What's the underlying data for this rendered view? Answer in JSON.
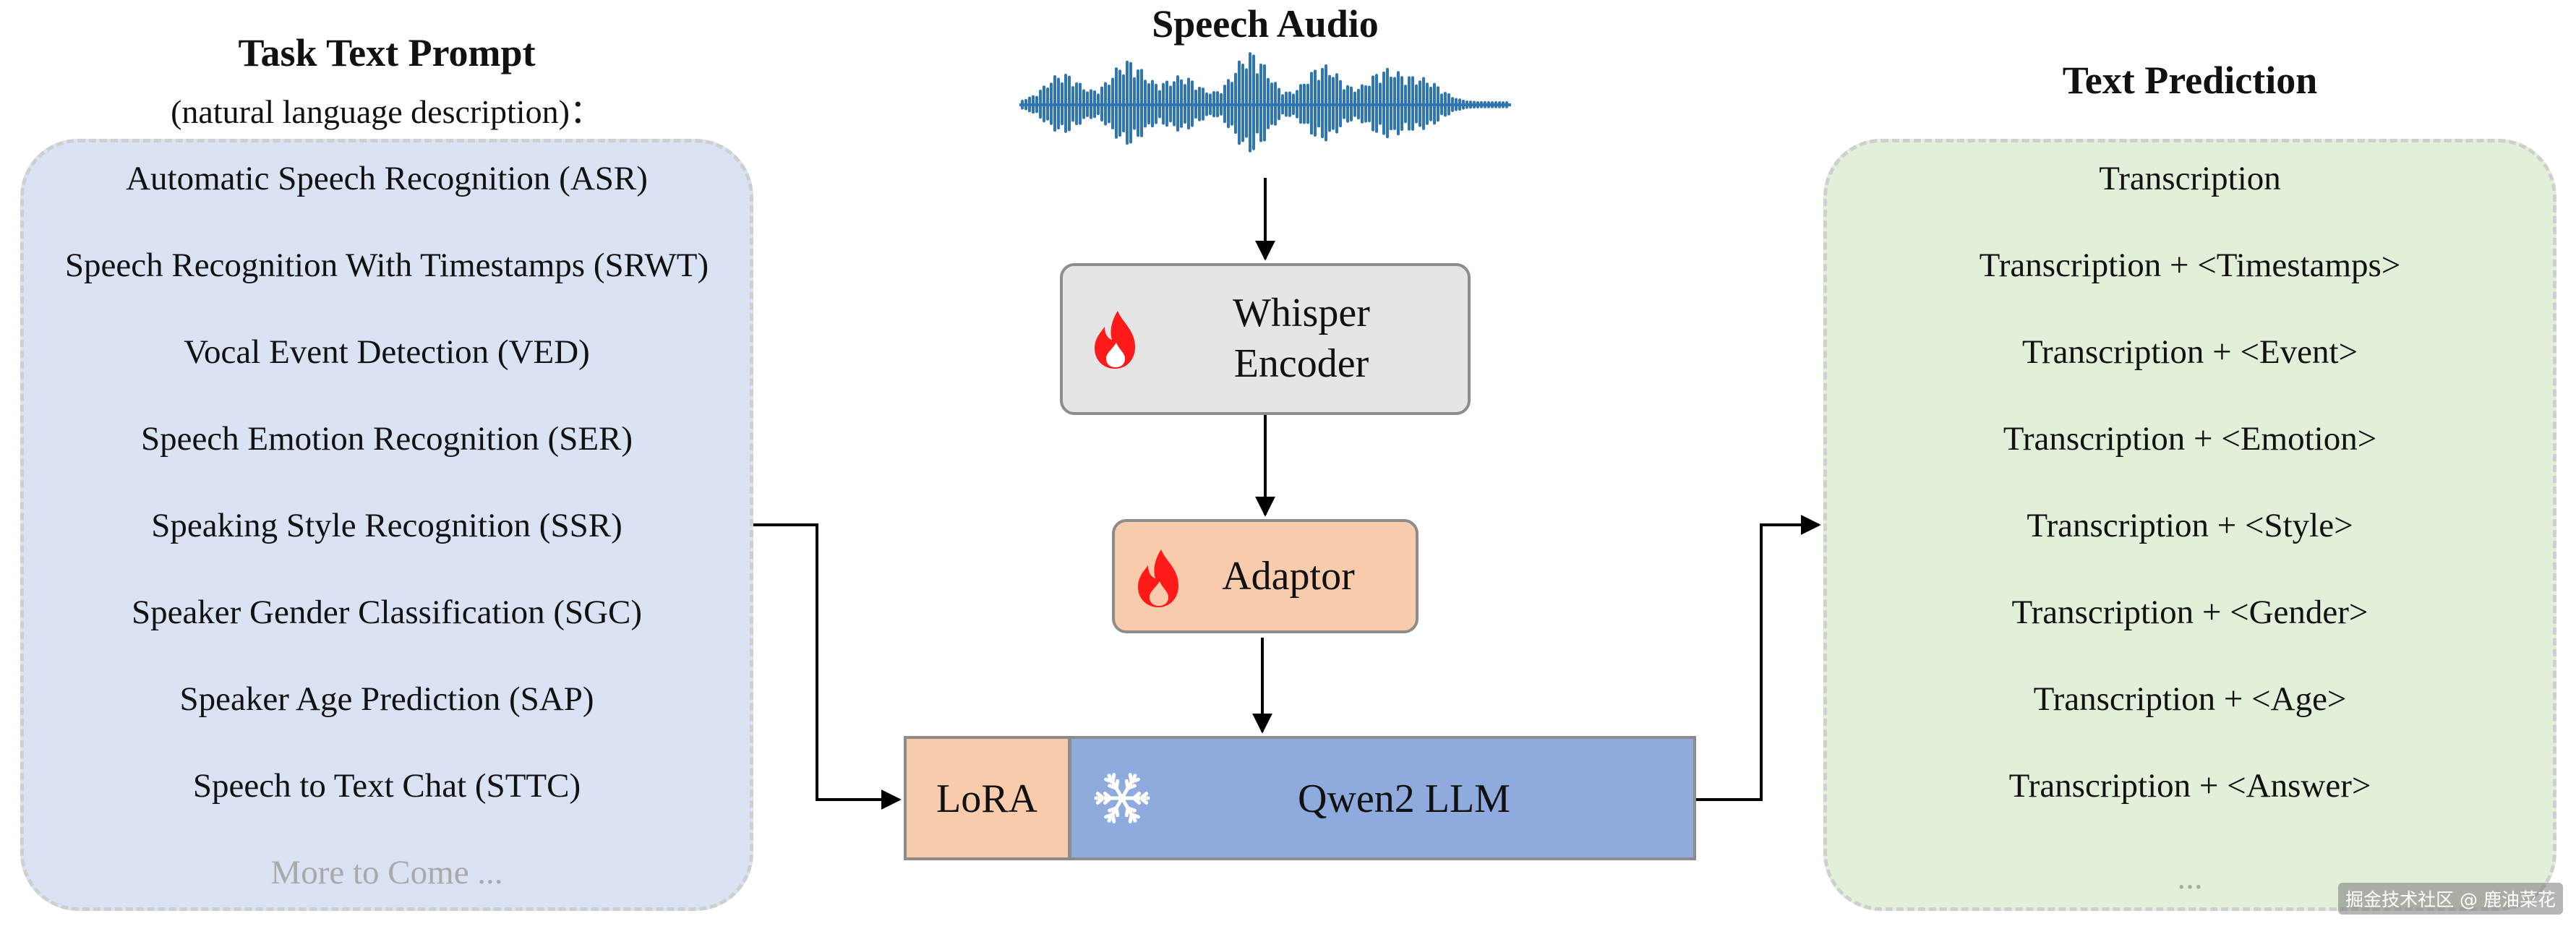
{
  "headers": {
    "task_title": "Task Text Prompt",
    "task_subtitle": "(natural language description)：",
    "audio_title": "Speech Audio",
    "prediction_title": "Text Prediction"
  },
  "task_prompts": [
    "Automatic Speech Recognition (ASR)",
    "Speech Recognition With Timestamps (SRWT)",
    "Vocal Event Detection (VED)",
    "Speech Emotion Recognition (SER)",
    "Speaking Style Recognition (SSR)",
    "Speaker Gender Classification (SGC)",
    "Speaker Age Prediction (SAP)",
    "Speech to Text Chat (STTC)",
    "More to Come ..."
  ],
  "predictions": [
    "Transcription",
    "Transcription + <Timestamps>",
    "Transcription + <Event>",
    "Transcription + <Emotion>",
    "Transcription + <Style>",
    "Transcription + <Gender>",
    "Transcription + <Age>",
    "Transcription + <Answer>",
    "..."
  ],
  "modules": {
    "whisper_line1": "Whisper",
    "whisper_line2": "Encoder",
    "adaptor": "Adaptor",
    "lora": "LoRA",
    "llm": "Qwen2 LLM"
  },
  "icons": {
    "trainable": "flame-icon",
    "frozen": "snowflake-icon",
    "audio": "waveform-icon"
  },
  "colors": {
    "left_panel": "#dae3f3",
    "right_panel": "#e2efd9",
    "whisper": "#e5e5e5",
    "adaptor": "#f7cbab",
    "lora": "#f7cbab",
    "llm": "#8faadc",
    "waveform": "#2e75b6",
    "flame": "#ff1a1a"
  },
  "watermark": "掘金技术社区 @ 鹿油菜花"
}
